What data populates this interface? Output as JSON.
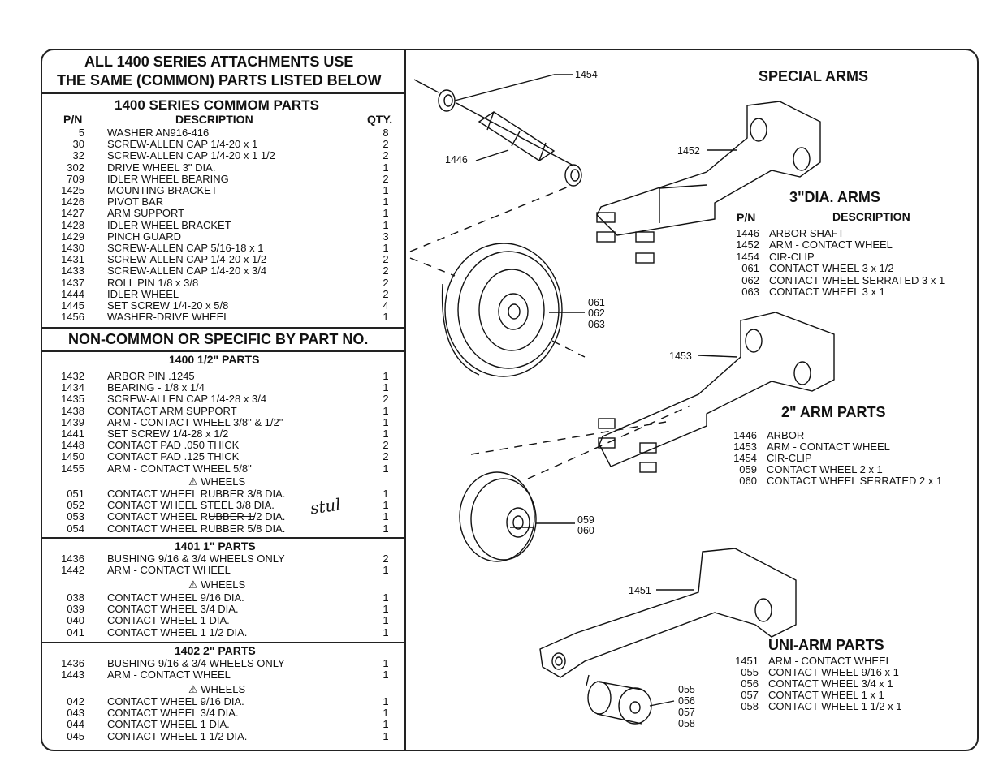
{
  "header": {
    "line1": "ALL 1400 SERIES ATTACHMENTS USE",
    "line2": "THE SAME (COMMON) PARTS LISTED BELOW"
  },
  "common": {
    "title": "1400 SERIES COMMOM PARTS",
    "col_pn": "P/N",
    "col_desc": "DESCRIPTION",
    "col_qty": "QTY.",
    "rows": [
      {
        "pn": "5",
        "desc": "WASHER AN916-416",
        "qty": "8"
      },
      {
        "pn": "30",
        "desc": "SCREW-ALLEN CAP 1/4-20 x 1",
        "qty": "2"
      },
      {
        "pn": "32",
        "desc": "SCREW-ALLEN CAP 1/4-20 x 1 1/2",
        "qty": "2"
      },
      {
        "pn": "302",
        "desc": "DRIVE WHEEL 3\" DIA.",
        "qty": "1"
      },
      {
        "pn": "709",
        "desc": "IDLER WHEEL BEARING",
        "qty": "2"
      },
      {
        "pn": "1425",
        "desc": "MOUNTING BRACKET",
        "qty": "1"
      },
      {
        "pn": "1426",
        "desc": "PIVOT BAR",
        "qty": "1"
      },
      {
        "pn": "1427",
        "desc": "ARM SUPPORT",
        "qty": "1"
      },
      {
        "pn": "1428",
        "desc": "IDLER WHEEL BRACKET",
        "qty": "1"
      },
      {
        "pn": "1429",
        "desc": "PINCH GUARD",
        "qty": "3"
      },
      {
        "pn": "1430",
        "desc": "SCREW-ALLEN CAP 5/16-18 x 1",
        "qty": "1"
      },
      {
        "pn": "1431",
        "desc": "SCREW-ALLEN CAP 1/4-20 x 1/2",
        "qty": "2"
      },
      {
        "pn": "1433",
        "desc": "SCREW-ALLEN CAP 1/4-20 x 3/4",
        "qty": "2"
      },
      {
        "pn": "1437",
        "desc": "ROLL PIN 1/8 x 3/8",
        "qty": "2"
      },
      {
        "pn": "1444",
        "desc": "IDLER WHEEL",
        "qty": "2"
      },
      {
        "pn": "1445",
        "desc": "SET SCREW 1/4-20 x 5/8",
        "qty": "4"
      },
      {
        "pn": "1456",
        "desc": "WASHER-DRIVE WHEEL",
        "qty": "1"
      }
    ]
  },
  "noncommon": {
    "title": "NON-COMMON OR SPECIFIC BY PART NO."
  },
  "half_parts": {
    "title": "1400 1/2\" PARTS",
    "rows": [
      {
        "pn": "1432",
        "desc": "ARBOR PIN .1245",
        "qty": "1"
      },
      {
        "pn": "1434",
        "desc": "BEARING - 1/8 x 1/4",
        "qty": "1"
      },
      {
        "pn": "1435",
        "desc": "SCREW-ALLEN CAP 1/4-28 x 3/4",
        "qty": "2"
      },
      {
        "pn": "1438",
        "desc": "CONTACT ARM SUPPORT",
        "qty": "1"
      },
      {
        "pn": "1439",
        "desc": "ARM - CONTACT WHEEL  3/8\"  & 1/2\"",
        "qty": "1"
      },
      {
        "pn": "1441",
        "desc": "SET SCREW 1/4-28 x 1/2",
        "qty": "1"
      },
      {
        "pn": "1448",
        "desc": "CONTACT PAD .050 THICK",
        "qty": "2"
      },
      {
        "pn": "1450",
        "desc": "CONTACT PAD .125 THICK",
        "qty": "2"
      },
      {
        "pn": "1455",
        "desc": "ARM - CONTACT WHEEL  5/8\"",
        "qty": "1"
      }
    ],
    "wheels_label": "WHEELS",
    "wheels": [
      {
        "pn": "051",
        "desc": "CONTACT WHEEL RUBBER 3/8 DIA.",
        "qty": "1"
      },
      {
        "pn": "052",
        "desc": "CONTACT WHEEL STEEL 3/8 DIA.",
        "qty": "1"
      },
      {
        "pn": "053",
        "desc": "CONTACT WHEEL RUBBER 1/2 DIA.",
        "qty": "1"
      },
      {
        "pn": "054",
        "desc": "CONTACT WHEEL RUBBER 5/8 DIA.",
        "qty": "1"
      }
    ],
    "handwritten": "stul"
  },
  "one_parts": {
    "title": "1401 1\" PARTS",
    "rows": [
      {
        "pn": "1436",
        "desc": "BUSHING 9/16 & 3/4  WHEELS  ONLY",
        "qty": "2"
      },
      {
        "pn": "1442",
        "desc": "ARM - CONTACT WHEEL",
        "qty": "1"
      }
    ],
    "wheels_label": "WHEELS",
    "wheels": [
      {
        "pn": "038",
        "desc": "CONTACT WHEEL 9/16 DIA.",
        "qty": "1"
      },
      {
        "pn": "039",
        "desc": "CONTACT WHEEL 3/4 DIA.",
        "qty": "1"
      },
      {
        "pn": "040",
        "desc": "CONTACT WHEEL  1  DIA.",
        "qty": "1"
      },
      {
        "pn": "041",
        "desc": "CONTACT WHEEL 1 1/2 DIA.",
        "qty": "1"
      }
    ]
  },
  "two_parts": {
    "title": "1402 2\" PARTS",
    "rows": [
      {
        "pn": "1436",
        "desc": "BUSHING 9/16 & 3/4  WHEELS  ONLY",
        "qty": "1"
      },
      {
        "pn": "1443",
        "desc": "ARM - CONTACT WHEEL",
        "qty": "1"
      }
    ],
    "wheels_label": "WHEELS",
    "wheels": [
      {
        "pn": "042",
        "desc": "CONTACT WHEEL 9/16 DIA.",
        "qty": "1"
      },
      {
        "pn": "043",
        "desc": "CONTACT WHEEL 3/4 DIA.",
        "qty": "1"
      },
      {
        "pn": "044",
        "desc": "CONTACT WHEEL  1  DIA.",
        "qty": "1"
      },
      {
        "pn": "045",
        "desc": "CONTACT WHEEL 1 1/2 DIA.",
        "qty": "1"
      }
    ]
  },
  "right": {
    "special_title": "SPECIAL ARMS",
    "three_title": "3\"DIA. ARMS",
    "three_col_pn": "P/N",
    "three_col_desc": "DESCRIPTION",
    "three_rows": [
      {
        "pn": "1446",
        "desc": "ARBOR SHAFT"
      },
      {
        "pn": "1452",
        "desc": "ARM - CONTACT WHEEL"
      },
      {
        "pn": "1454",
        "desc": "CIR-CLIP"
      },
      {
        "pn": "061",
        "desc": "CONTACT WHEEL 3 x 1/2"
      },
      {
        "pn": "062",
        "desc": "CONTACT WHEEL SERRATED 3 x 1"
      },
      {
        "pn": "063",
        "desc": "CONTACT WHEEL 3 x 1"
      }
    ],
    "two_title": "2\" ARM PARTS",
    "two_rows": [
      {
        "pn": "1446",
        "desc": "ARBOR"
      },
      {
        "pn": "1453",
        "desc": "ARM - CONTACT WHEEL"
      },
      {
        "pn": "1454",
        "desc": "CIR-CLIP"
      },
      {
        "pn": "059",
        "desc": "CONTACT WHEEL 2 x 1"
      },
      {
        "pn": "060",
        "desc": "CONTACT WHEEL SERRATED 2 x 1"
      }
    ],
    "uni_title": "UNI-ARM PARTS",
    "uni_rows": [
      {
        "pn": "1451",
        "desc": "ARM - CONTACT WHEEL"
      },
      {
        "pn": "055",
        "desc": "CONTACT WHEEL 9/16 x 1"
      },
      {
        "pn": "056",
        "desc": "CONTACT WHEEL 3/4 x 1"
      },
      {
        "pn": "057",
        "desc": "CONTACT WHEEL 1 x 1"
      },
      {
        "pn": "058",
        "desc": "CONTACT WHEEL 1 1/2 x 1"
      }
    ]
  },
  "callouts": {
    "c1454": "1454",
    "c1446": "1446",
    "c1452": "1452",
    "c061": "061",
    "c062": "062",
    "c063": "063",
    "c1453": "1453",
    "c059": "059",
    "c060": "060",
    "c1451": "1451",
    "c055": "055",
    "c056": "056",
    "c057": "057",
    "c058": "058"
  }
}
